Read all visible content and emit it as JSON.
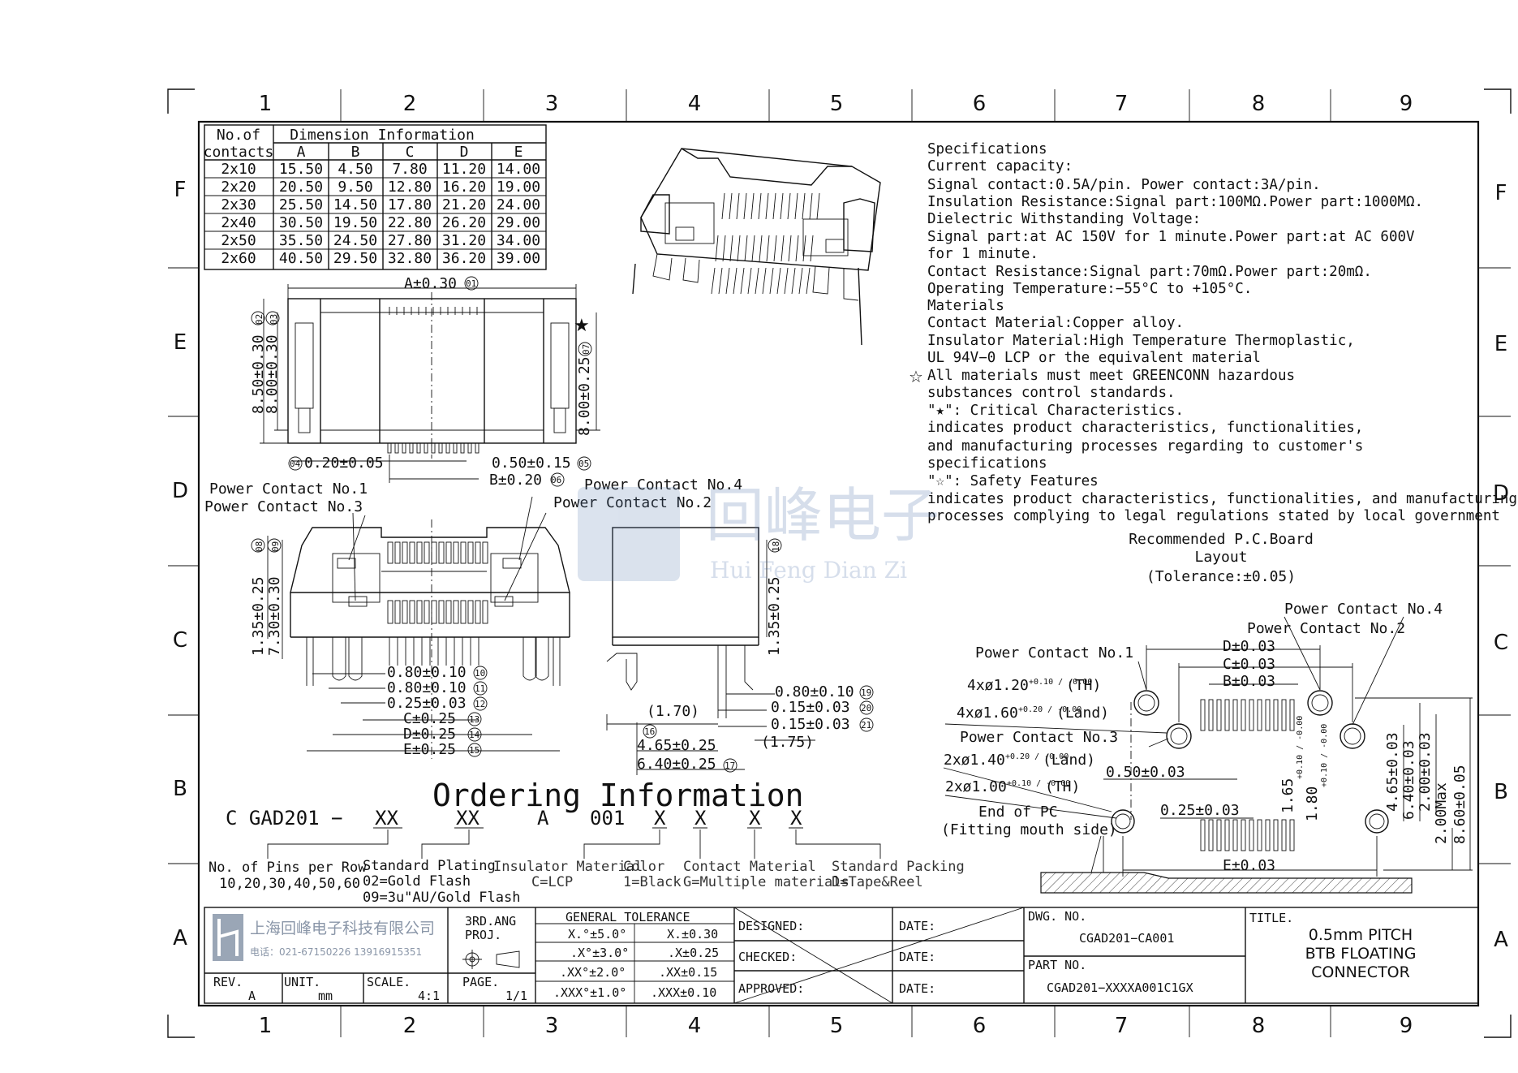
{
  "zone_columns": [
    "1",
    "2",
    "3",
    "4",
    "5",
    "6",
    "7",
    "8",
    "9"
  ],
  "zone_rows": [
    "F",
    "E",
    "D",
    "C",
    "B",
    "A"
  ],
  "dim_table": {
    "head_left": [
      "No.of",
      "contacts"
    ],
    "head_group": "Dimension  Information",
    "cols": [
      "A",
      "B",
      "C",
      "D",
      "E"
    ],
    "rows": [
      [
        "2x10",
        "15.50",
        "4.50",
        "7.80",
        "11.20",
        "14.00"
      ],
      [
        "2x20",
        "20.50",
        "9.50",
        "12.80",
        "16.20",
        "19.00"
      ],
      [
        "2x30",
        "25.50",
        "14.50",
        "17.80",
        "21.20",
        "24.00"
      ],
      [
        "2x40",
        "30.50",
        "19.50",
        "22.80",
        "26.20",
        "29.00"
      ],
      [
        "2x50",
        "35.50",
        "24.50",
        "27.80",
        "31.20",
        "34.00"
      ],
      [
        "2x60",
        "40.50",
        "29.50",
        "32.80",
        "36.20",
        "39.00"
      ]
    ]
  },
  "specs": [
    "Specifications",
    "Current  capacity:",
    "Signal  contact:0.5A/pin.  Power  contact:3A/pin.",
    "Insulation  Resistance:Signal  part:100MΩ.Power  part:1000MΩ.",
    "Dielectric  Withstanding  Voltage:",
    "Signal  part:at  AC  150V  for  1  minute.Power  part:at  AC  600V",
    "for  1  minute.",
    "Contact  Resistance:Signal  part:70mΩ.Power  part:20mΩ.",
    "Operating  Temperature:−55°C  to  +105°C.",
    "Materials",
    "Contact  Material:Copper  alloy.",
    "Insulator  Material:High  Temperature  Thermoplastic,",
    "UL  94V−0  LCP  or  the  equivalent  material",
    "All  materials  must  meet  GREENCONN  hazardous",
    "substances  control  standards.",
    "\"★\":  Critical  Characteristics.",
    "indicates  product  characteristics,  functionalities,",
    "and  manufacturing  processes  regarding  to  customer's",
    "specifications",
    "\"☆\":  Safety  Features",
    "indicates  product  characteristics,  functionalities,  and  manufacturing",
    "processes  complying  to  legal  regulations  stated  by  local  government"
  ],
  "pcb": {
    "title": [
      "Recommended  P.C.Board",
      "Layout",
      "(Tolerance:±0.05)"
    ],
    "labels": {
      "pc4": "Power  Contact  No.4",
      "pc2": "Power  Contact  No.2",
      "pc1": "Power  Contact  No.1",
      "pc3": "Power  Contact  No.3",
      "d": "D±0.03",
      "c": "C±0.03",
      "b": "B±0.03",
      "e": "E±0.03",
      "th120": "4xø1.20",
      "th120_tol": "+0.10 / -0.00",
      "th120_suffix": "(TH)",
      "land160": "4xø1.60",
      "land160_tol": "+0.20 / -0.00",
      "land160_suffix": "(Land)",
      "land140": "2xø1.40",
      "land140_tol": "+0.20 / -0.00",
      "land140_suffix": "(Land)",
      "th100": "2xø1.00",
      "th100_tol": "+0.10 / -0.00",
      "th100_suffix": "(TH)",
      "d050": "0.50±0.03",
      "d025": "0.25±0.03",
      "d165": "1.65",
      "d165_tol": "+0.10 / -0.00",
      "d180": "1.80",
      "d180_tol": "+0.10 / -0.00",
      "d465": "4.65±0.03",
      "d640": "6.40±0.03",
      "d200": "2.00±0.03",
      "d200max": "2.00Max",
      "d860": "8.60±0.05",
      "end_pc": [
        "End  of  PC",
        "(Fitting  mouth  side)"
      ]
    }
  },
  "top_view": {
    "a": "A±0.30",
    "a_n": "01",
    "h850": "8.50±0.30",
    "h850_n": "02",
    "h800": "8.00±0.30",
    "h800_n": "03",
    "h800b": "8.00±0.25",
    "h800b_n": "07",
    "p020": "0.20±0.05",
    "p020_n": "04",
    "p050": "0.50±0.15",
    "p050_n": "05",
    "b": "B±0.20",
    "b_n": "06"
  },
  "front_view": {
    "pc1": "Power  Contact  No.1",
    "pc3": "Power  Contact  No.3",
    "pc4": "Power  Contact  No.4",
    "pc2": "Power  Contact  No.2",
    "h135": "1.35±0.25",
    "h135_n": "08",
    "h730": "7.30±0.30",
    "h730_n": "09",
    "d10": "0.80±0.10",
    "d10_n": "10",
    "d11": "0.80±0.10",
    "d11_n": "11",
    "d12": "0.25±0.03",
    "d12_n": "12",
    "d13": "C±0.25",
    "d13_n": "13",
    "d14": "D±0.25",
    "d14_n": "14",
    "d15": "E±0.25",
    "d15_n": "15"
  },
  "side_view": {
    "h135": "1.35±0.25",
    "h135_n": "18",
    "d19": "0.80±0.10",
    "d19_n": "19",
    "d20": "0.15±0.03",
    "d20_n": "20",
    "d21": "0.15±0.03",
    "d21_n": "21",
    "d170": "(1.70)",
    "d175": "(1.75)",
    "d16_n": "16",
    "d465": "4.65±0.25",
    "d640": "6.40±0.25",
    "d640_n": "17"
  },
  "watermark": {
    "cn": "回峰电子",
    "en": "Hui Feng Dian Zi"
  },
  "ordering": {
    "title": "Ordering  Information",
    "code_prefix": "C  GAD201  −",
    "code_a": "A",
    "code_001": "001",
    "code_slots": [
      "XX",
      "XX",
      "X",
      "X",
      "X",
      "X"
    ],
    "pins_label": "No.  of  Pins  per  Row",
    "pins_values": "10,20,30,40,50,60",
    "plating_label": "Standard  Plating",
    "plating_values": [
      "02=Gold  Flash",
      "09=3u\"AU/Gold  Flash"
    ],
    "insulator_label": "Insulator  Material",
    "insulator_value": "C=LCP",
    "color_label": "Color",
    "color_value": "1=Black",
    "contact_label": "Contact  Material",
    "contact_value": "G=Multiple  materials",
    "packing_label": "Standard  Packing",
    "packing_value": "D=Tape&Reel"
  },
  "title_block": {
    "company_cn": "上海回峰电子科技有限公司",
    "company_tel": "电话：021-67150226  13916915351",
    "projection": [
      "3RD.ANG",
      "PROJ."
    ],
    "tolerance_title": "GENERAL  TOLERANCE",
    "tol_rows": [
      [
        "X.°±5.0°",
        "X.±0.30"
      ],
      [
        ".X°±3.0°",
        ".X±0.25"
      ],
      [
        ".XX°±2.0°",
        ".XX±0.15"
      ],
      [
        ".XXX°±1.0°",
        ".XXX±0.10"
      ]
    ],
    "designed": "DESIGNED:",
    "checked": "CHECKED:",
    "approved": "APPROVED:",
    "date": "DATE:",
    "dwg_no_label": "DWG.  NO.",
    "dwg_no": "CGAD201−CA001",
    "part_no_label": "PART  NO.",
    "part_no": "CGAD201−XXXXA001C1GX",
    "title_label": "TITLE.",
    "title_lines": [
      "0.5mm  PITCH",
      "BTB  FLOATING",
      "CONNECTOR"
    ],
    "rev_label": "REV.",
    "rev": "A",
    "unit_label": "UNIT.",
    "unit": "mm",
    "scale_label": "SCALE.",
    "scale": "4:1",
    "page_label": "PAGE.",
    "page": "1/1"
  }
}
